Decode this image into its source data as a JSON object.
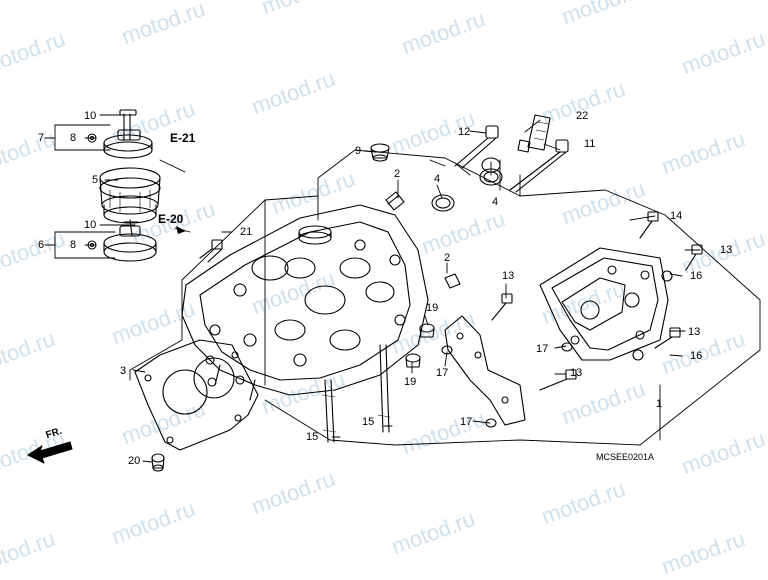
{
  "watermark": "motod.ru",
  "diagram_code": "MCSEE0201A",
  "front_marker": "FR.",
  "refs": {
    "e21": "E-21",
    "e20": "E-20"
  },
  "callouts": {
    "c1": "1",
    "c2a": "2",
    "c2b": "2",
    "c3": "3",
    "c4a": "4",
    "c4b": "4",
    "c5": "5",
    "c6": "6",
    "c7": "7",
    "c8a": "8",
    "c8b": "8",
    "c9": "9",
    "c10a": "10",
    "c10b": "10",
    "c11": "11",
    "c12": "12",
    "c13a": "13",
    "c13b": "13",
    "c13c": "13",
    "c13d": "13",
    "c14": "14",
    "c15a": "15",
    "c15b": "15",
    "c16a": "16",
    "c16b": "16",
    "c17a": "17",
    "c17b": "17",
    "c17c": "17",
    "c19a": "19",
    "c19b": "19",
    "c20": "20",
    "c21": "21",
    "c22": "22"
  },
  "colors": {
    "line": "#000000",
    "watermark": "#cfe1ee"
  }
}
